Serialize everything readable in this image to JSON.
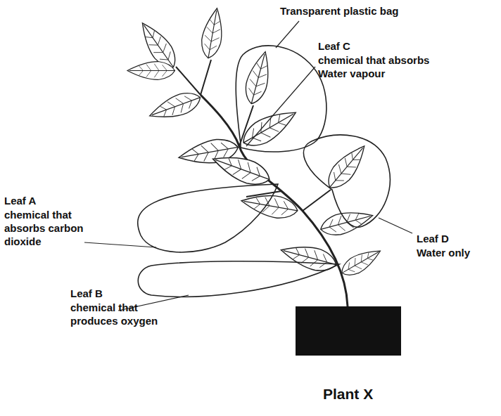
{
  "diagram": {
    "caption": "Plant X",
    "labels": [
      "Transparent plastic bag",
      "Leaf C",
      "chemical that absorbs Water vapour",
      "Leaf A",
      "chemical that absorbs carbon dioxide",
      "Leaf B",
      "chemical that produces oxygen",
      "Leaf D",
      "Water only"
    ]
  }
}
